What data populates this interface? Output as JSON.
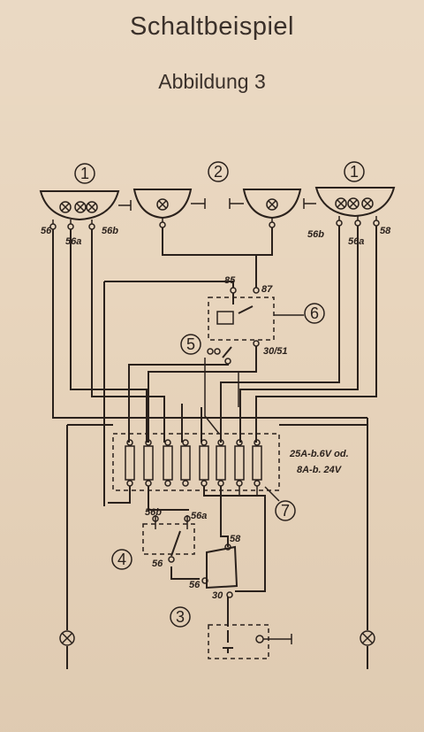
{
  "header": {
    "title": "Schaltbeispiel",
    "subtitle": "Abbildung 3"
  },
  "callouts": {
    "c1_left": "1",
    "c2": "2",
    "c1_right": "1",
    "c6": "6",
    "c5": "5",
    "c7": "7",
    "c4": "4",
    "c3": "3"
  },
  "terminals": {
    "left_56": "56",
    "left_56b": "56b",
    "left_56a": "56a",
    "right_56b": "56b",
    "right_56a": "56a",
    "right_58": "58",
    "relay_85": "85",
    "relay_87": "87",
    "relay_30_51": "30/51",
    "sw_56b": "56b",
    "sw_56a": "56a",
    "sw_56": "56",
    "bl_58": "58",
    "bl_56": "56",
    "bl_30": "30"
  },
  "fuse_note": {
    "line1": "25A-b.6V od.",
    "line2": "8A-b. 24V"
  }
}
